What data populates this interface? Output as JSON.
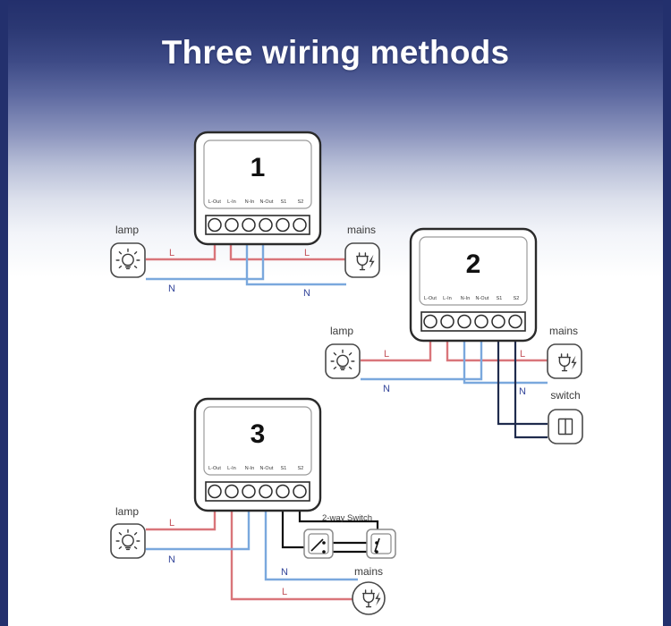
{
  "page": {
    "title": "Three wiring methods",
    "background_top_color": "#232f6c",
    "background_bottom_color": "#ffffff",
    "border_color": "#23306d"
  },
  "colors": {
    "live_wire": "#d9757a",
    "neutral_wire": "#7aa8dd",
    "switch_wire": "#1f2b4d",
    "black_wire": "#111111",
    "live_label": "#c4545c",
    "neutral_label": "#33459a"
  },
  "terminal_labels": [
    "L-Out",
    "L-In",
    "N-In",
    "N-Out",
    "S1",
    "S2"
  ],
  "diagrams": [
    {
      "number": "1",
      "lamp_caption": "lamp",
      "mains_caption": "mains",
      "lamp_live_label": "L",
      "lamp_neutral_label": "N",
      "mains_live_label": "L",
      "mains_neutral_label": "N",
      "terminals_used": [
        "L-Out",
        "L-In",
        "N-In",
        "N-Out"
      ],
      "has_switch": false
    },
    {
      "number": "2",
      "lamp_caption": "lamp",
      "mains_caption": "mains",
      "switch_caption": "switch",
      "lamp_live_label": "L",
      "lamp_neutral_label": "N",
      "mains_live_label": "L",
      "mains_neutral_label": "N",
      "terminals_used": [
        "L-Out",
        "L-In",
        "N-In",
        "N-Out",
        "S1",
        "S2"
      ],
      "has_switch": true
    },
    {
      "number": "3",
      "lamp_caption": "lamp",
      "mains_caption": "mains",
      "switch_caption": "2-way Switch",
      "lamp_live_label": "L",
      "lamp_neutral_label": "N",
      "mains_live_label": "L",
      "mains_neutral_label": "N",
      "terminals_used": [
        "L-Out",
        "L-In",
        "N-In",
        "N-Out",
        "S1",
        "S2"
      ],
      "has_switch": true
    }
  ],
  "icons": {
    "lamp": "lightbulb-icon",
    "mains": "power-plug-icon",
    "switch": "wall-switch-icon",
    "two_way_switch": "toggle-switch-icon"
  }
}
